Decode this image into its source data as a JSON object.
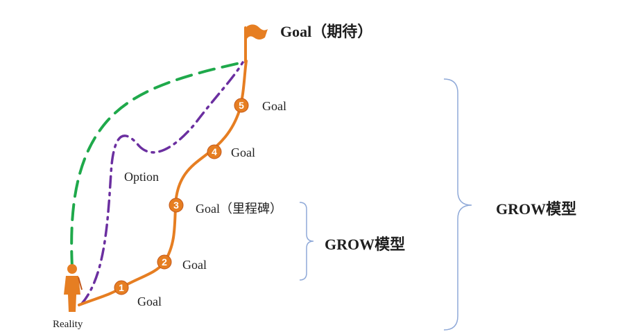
{
  "colors": {
    "orange": "#E67E22",
    "orange_dark": "#C2571A",
    "green": "#1FA94B",
    "purple": "#6B2FA0",
    "brace": "#8FA9D8",
    "text": "#1f1f1f"
  },
  "labels": {
    "goal_top": "Goal（期待）",
    "goal5": "Goal",
    "goal4": "Goal",
    "option": "Option",
    "goal3": "Goal（里程碑）",
    "goal2": "Goal",
    "goal1": "Goal",
    "reality": "Reality",
    "grow_inner": "GROW模型",
    "grow_outer": "GROW模型"
  },
  "milestones": [
    {
      "label": "1"
    },
    {
      "label": "2"
    },
    {
      "label": "3"
    },
    {
      "label": "4"
    },
    {
      "label": "5"
    }
  ],
  "icons": {
    "flag": "flag-icon",
    "person": "person-icon"
  }
}
